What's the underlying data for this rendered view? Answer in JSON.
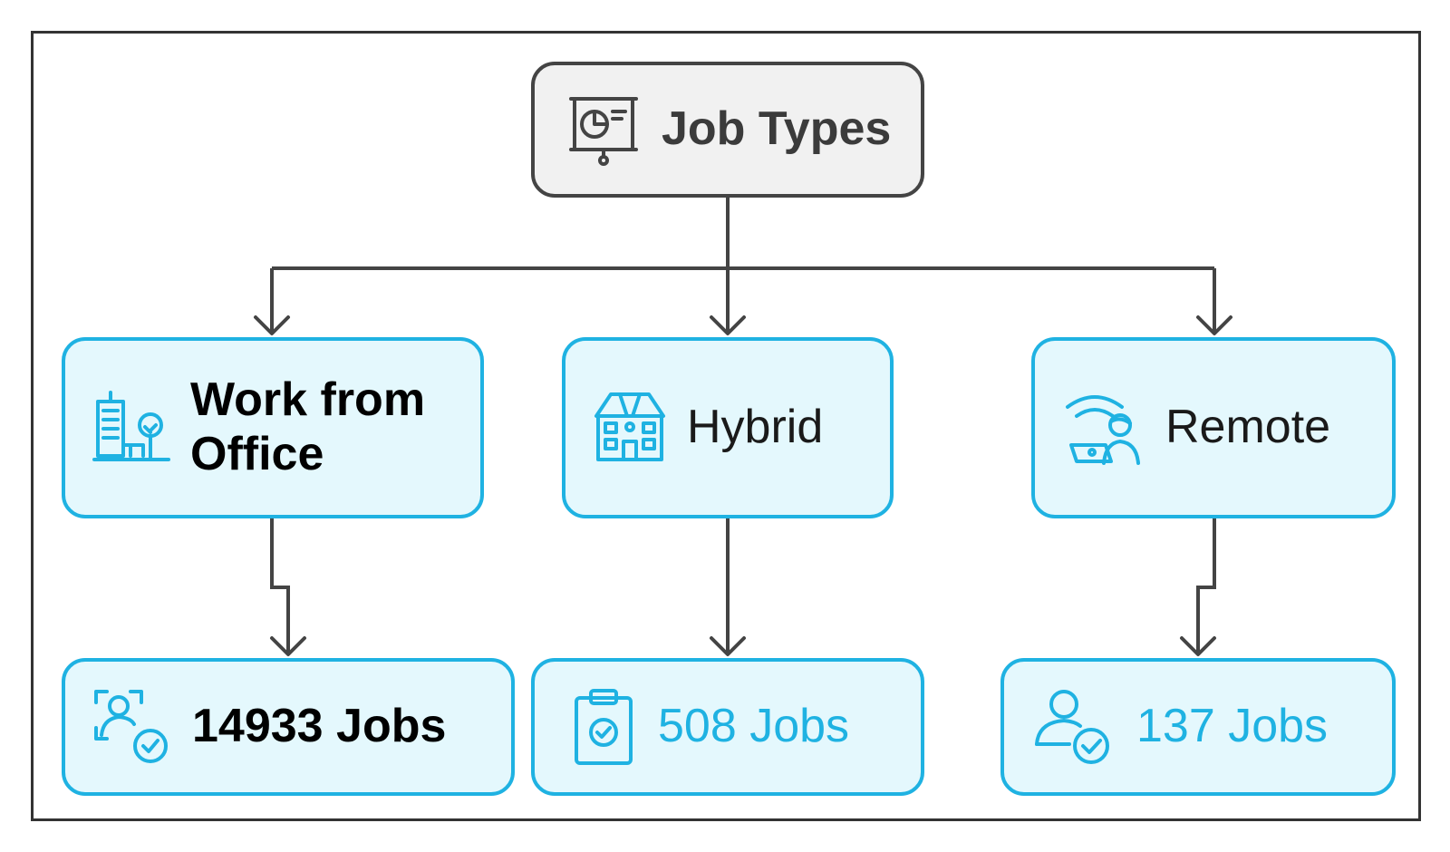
{
  "diagram": {
    "root": {
      "label": "Job Types",
      "icon": "presentation-board-icon"
    },
    "categories": [
      {
        "id": "wfo",
        "label": "Work from Office",
        "icon": "office-building-tree-icon",
        "count_label": "14933 Jobs",
        "count_icon": "person-scan-check-icon"
      },
      {
        "id": "hybrid",
        "label": "Hybrid",
        "icon": "house-icon",
        "count_label": "508 Jobs",
        "count_icon": "clipboard-check-icon"
      },
      {
        "id": "remote",
        "label": "Remote",
        "icon": "remote-worker-wifi-icon",
        "count_label": "137 Jobs",
        "count_icon": "user-check-icon"
      }
    ],
    "colors": {
      "accent": "#1fb2e2",
      "node_fill": "#e4f8fd",
      "root_fill": "#f1f1f1",
      "stroke": "#444444"
    }
  }
}
